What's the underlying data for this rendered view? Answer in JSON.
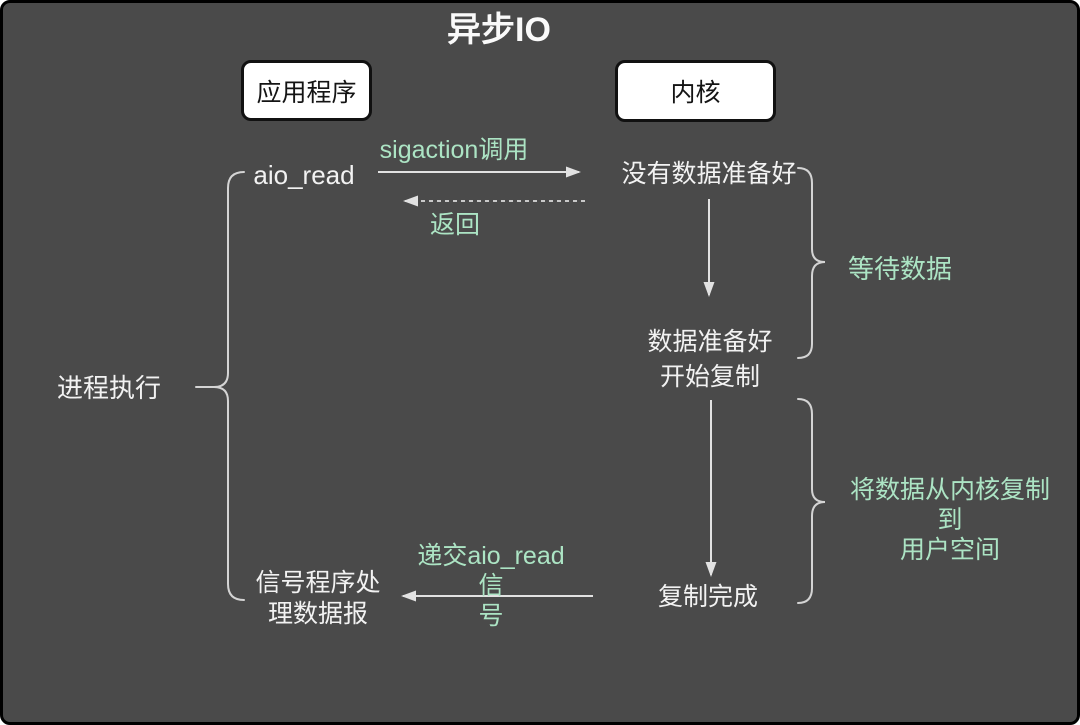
{
  "title": "异步IO",
  "lanes": {
    "application": "应用程序",
    "kernel": "内核"
  },
  "process_brace_label": "进程执行",
  "nodes": {
    "aio_read": "aio_read",
    "no_data_ready": "没有数据准备好",
    "data_ready": "数据准备好\n开始复制",
    "copy_complete": "复制完成",
    "signal_handler": "信号程序处\n理数据报"
  },
  "edge_labels": {
    "sigaction_call": "sigaction调用",
    "return_label": "返回",
    "deliver_signal": "递交aio_read信\n号"
  },
  "annotations": {
    "wait_data": "等待数据",
    "copy_kernel_to_user": "将数据从内核复制到\n用户空间"
  },
  "colors": {
    "background": "#4a4a4a",
    "border": "#000000",
    "box_background": "#ffffff",
    "box_text": "#141414",
    "text": "#f2f2f2",
    "accent_green": "#ace4c4",
    "line": "#e2e2e2"
  }
}
